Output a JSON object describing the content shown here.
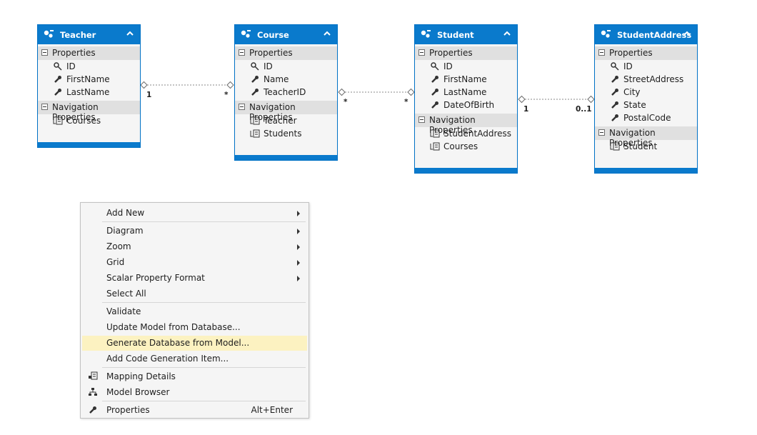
{
  "entities": [
    {
      "title": "Teacher",
      "properties_title": "Properties",
      "nav_title": "Navigation Properties",
      "properties": [
        "ID",
        "FirstName",
        "LastName"
      ],
      "navigation": [
        "Courses"
      ]
    },
    {
      "title": "Course",
      "properties_title": "Properties",
      "nav_title": "Navigation Properties",
      "properties": [
        "ID",
        "Name",
        "TeacherID"
      ],
      "navigation": [
        "Teacher",
        "Students"
      ]
    },
    {
      "title": "Student",
      "properties_title": "Properties",
      "nav_title": "Navigation Properties",
      "properties": [
        "ID",
        "FirstName",
        "LastName",
        "DateOfBirth"
      ],
      "navigation": [
        "StudentAddress",
        "Courses"
      ]
    },
    {
      "title": "StudentAddress",
      "properties_title": "Properties",
      "nav_title": "Navigation Properties",
      "properties": [
        "ID",
        "StreetAddress",
        "City",
        "State",
        "PostalCode"
      ],
      "navigation": [
        "Student"
      ]
    }
  ],
  "connectors": [
    {
      "from": "Teacher",
      "to": "Course",
      "from_mult": "1",
      "to_mult": "*"
    },
    {
      "from": "Course",
      "to": "Student",
      "from_mult": "*",
      "to_mult": "*"
    },
    {
      "from": "Student",
      "to": "StudentAddress",
      "from_mult": "1",
      "to_mult": "0..1"
    }
  ],
  "context_menu": {
    "add_new": "Add New",
    "diagram": "Diagram",
    "zoom": "Zoom",
    "grid": "Grid",
    "scalar_format": "Scalar Property Format",
    "select_all": "Select All",
    "validate": "Validate",
    "update_model": "Update Model from Database...",
    "generate_db": "Generate Database from Model...",
    "add_code_gen": "Add Code Generation Item...",
    "mapping_details": "Mapping Details",
    "model_browser": "Model Browser",
    "properties": "Properties",
    "properties_shortcut": "Alt+Enter"
  },
  "colors": {
    "entity_header": "#0a7acc",
    "highlight": "#fcf2c1"
  }
}
